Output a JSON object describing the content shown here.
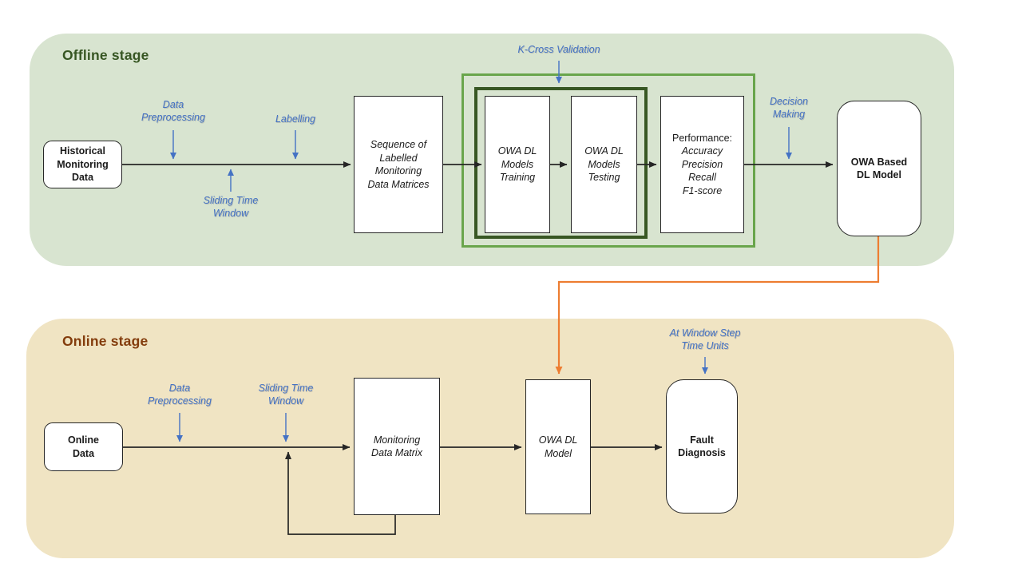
{
  "colors": {
    "offline_bg": "#D8E4D0",
    "online_bg": "#F0E4C3",
    "offline_title_color": "#375623",
    "online_title_color": "#833C0C",
    "annotation_blue": "#4472C4",
    "validation_frame_outer_green": "#69A54B",
    "validation_frame_inner_green": "#385723",
    "model_transfer_orange": "#ED7D31",
    "wire_black": "#262626"
  },
  "offline": {
    "title": "Offline stage",
    "nodes": {
      "historical": "Historical\nMonitoring\nData",
      "sequence": "Sequence of\nLabelled\nMonitoring\nData Matrices",
      "training": "OWA DL\nModels\nTraining",
      "testing": "OWA DL\nModels\nTesting",
      "performance_title": "Performance:",
      "performance_metrics": "Accuracy\nPrecision\nRecall\nF1-score",
      "owa_based_model": "OWA Based\nDL Model"
    },
    "labels": {
      "data_preprocessing": "Data\nPreprocessing",
      "sliding_time_window": "Sliding Time\nWindow",
      "labelling": "Labelling",
      "k_cross_validation": "K-Cross Validation",
      "decision_making": "Decision\nMaking"
    }
  },
  "online": {
    "title": "Online stage",
    "nodes": {
      "online_data": "Online\nData",
      "monitoring_matrix": "Monitoring\nData Matrix",
      "owa_dl_model": "OWA DL\nModel",
      "fault_diagnosis": "Fault\nDiagnosis"
    },
    "labels": {
      "data_preprocessing": "Data\nPreprocessing",
      "sliding_time_window": "Sliding Time\nWindow",
      "at_window_step": "At Window Step\nTime Units"
    }
  }
}
